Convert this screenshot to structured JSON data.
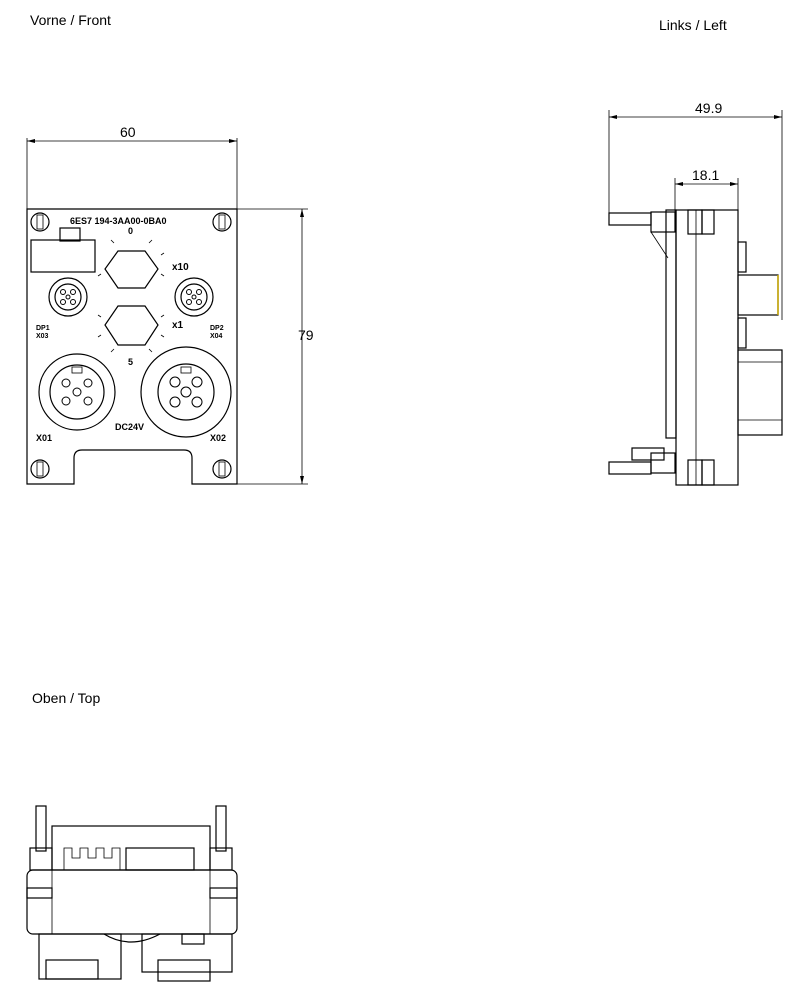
{
  "views": {
    "front": "Vorne / Front",
    "left": "Links / Left",
    "top": "Oben / Top"
  },
  "dimensions": {
    "width": "60",
    "height": "79",
    "depth": "49.9",
    "depth_inner": "18.1"
  },
  "front_labels": {
    "part_number": "6ES7 194-3AA00-0BA0",
    "dp1": "DP1",
    "x03": "X03",
    "dp2": "DP2",
    "x04": "X04",
    "x01": "X01",
    "x02": "X02",
    "dc24v": "DC24V",
    "x10": "x10",
    "x1": "x1",
    "dial_top": "0",
    "dial_bottom": "5"
  }
}
